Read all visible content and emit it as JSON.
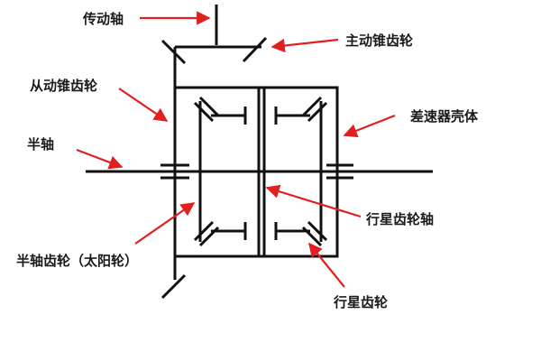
{
  "labels": {
    "drive_shaft": "传动轴",
    "drive_bevel_gear": "主动锥齿轮",
    "driven_bevel_gear": "从动锥齿轮",
    "differential_housing": "差速器壳体",
    "half_shaft": "半轴",
    "planet_gear_shaft": "行星齿轮轴",
    "half_shaft_gear": "半轴齿轮（太阳轮）",
    "planet_gear": "行星齿轮"
  },
  "colors": {
    "line": "#111111",
    "arrow": "#e02020",
    "text": "#1a1a1a"
  }
}
